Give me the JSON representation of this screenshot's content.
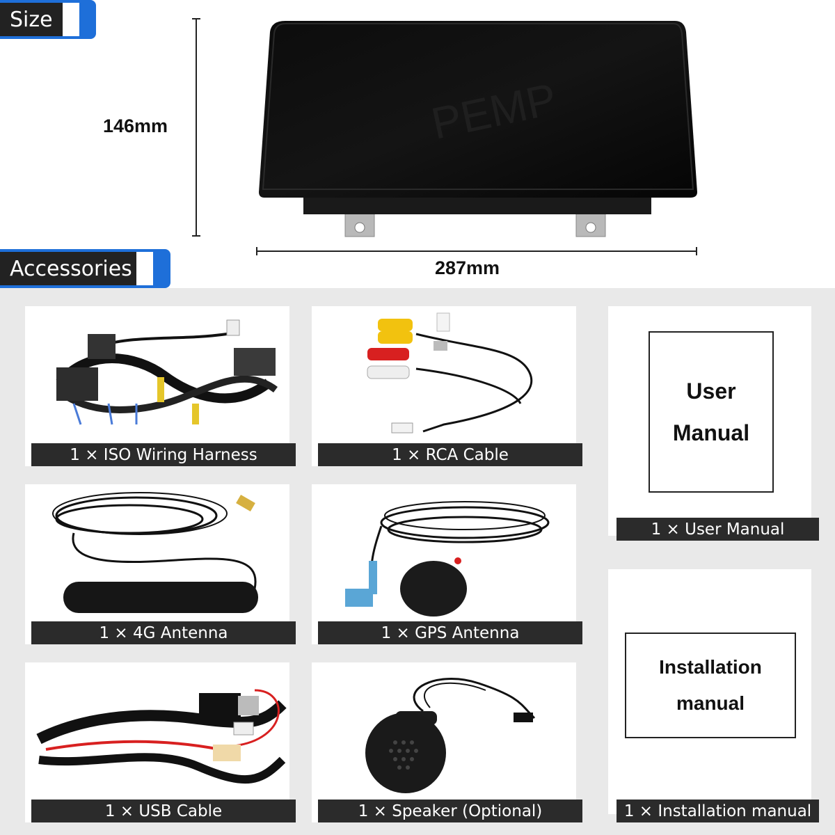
{
  "size_section": {
    "label": "Size"
  },
  "dimensions": {
    "height": "146mm",
    "width": "287mm"
  },
  "accessories_section": {
    "label": "Accessories"
  },
  "items": [
    {
      "caption": "1 × ISO Wiring Harness"
    },
    {
      "caption": "1 × RCA Cable"
    },
    {
      "caption": "1 × User Manual",
      "doc_line1": "User",
      "doc_line2": "Manual"
    },
    {
      "caption": "1 × 4G Antenna"
    },
    {
      "caption": "1 × GPS Antenna"
    },
    {
      "caption": "1 × USB Cable"
    },
    {
      "caption": "1 × Speaker (Optional)"
    },
    {
      "caption": "1 × Installation manual",
      "doc_line1": "Installation",
      "doc_line2": "manual"
    }
  ],
  "colors": {
    "accent": "#1e6fd9",
    "caption_bg": "#2b2b2b",
    "grey_bg": "#e9e9e9"
  },
  "icons": [
    "iso-harness-icon",
    "rca-cable-icon",
    "4g-antenna-icon",
    "gps-antenna-icon",
    "usb-cable-icon",
    "speaker-icon"
  ]
}
